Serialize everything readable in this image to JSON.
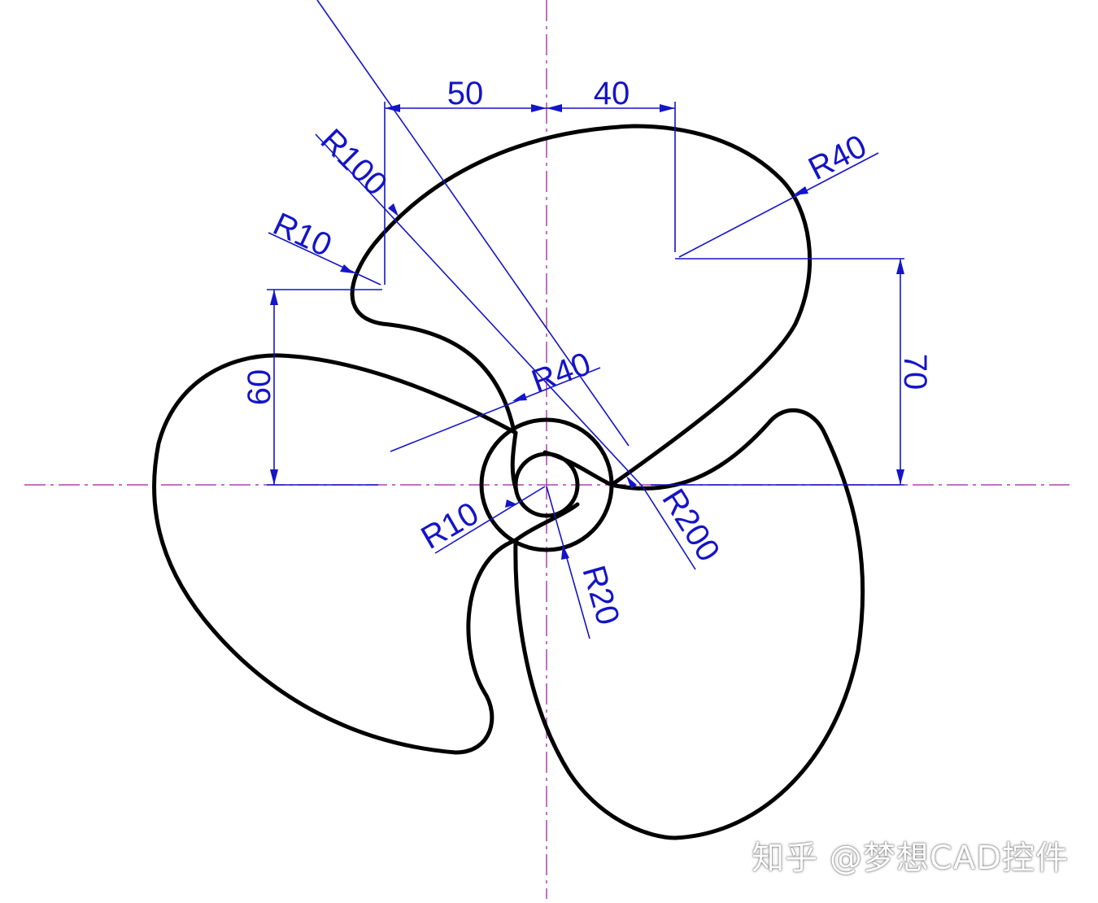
{
  "colors": {
    "outline": "#000000",
    "dimension": "#1414c8",
    "centerline": "#b040b0"
  },
  "dimensions": {
    "d50": "50",
    "d40": "40",
    "d70": "70",
    "d60": "60",
    "r100": "R100",
    "r10_top": "R10",
    "r40_top": "R40",
    "r40_mid": "R40",
    "r200": "R200",
    "r10_hub": "R10",
    "r20_hub": "R20"
  },
  "watermark": "知乎 @梦想CAD控件"
}
